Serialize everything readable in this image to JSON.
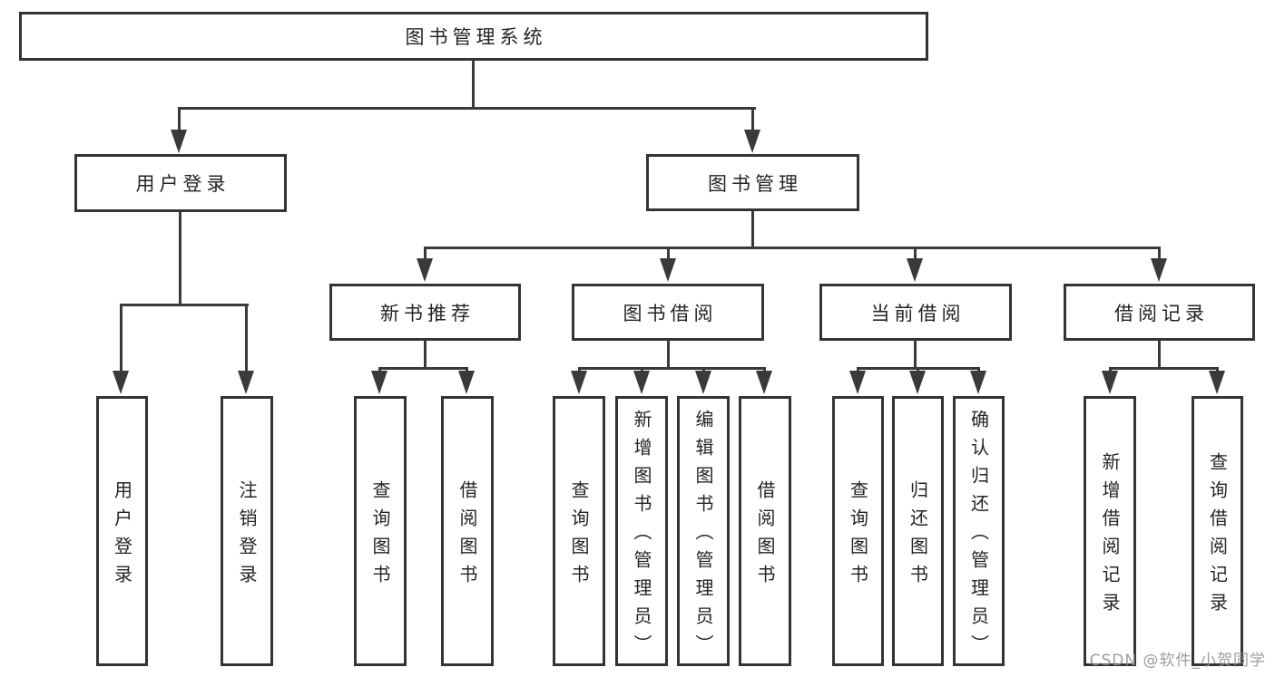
{
  "diagram": {
    "watermark": "CSDN @软件_小贺同学",
    "colors": {
      "line": "#3a3a3a",
      "box_border": "#343434",
      "text": "#242424",
      "background": "#ffffff",
      "watermark": "#949494"
    },
    "root": {
      "label": "图书管理系统"
    },
    "level1": {
      "user_login": {
        "label": "用户登录"
      },
      "book_management": {
        "label": "图书管理"
      }
    },
    "level2": {
      "new_book_recommend": {
        "label": "新书推荐"
      },
      "book_borrow": {
        "label": "图书借阅"
      },
      "current_borrow": {
        "label": "当前借阅"
      },
      "borrow_records": {
        "label": "借阅记录"
      }
    },
    "leaves": {
      "user_login": {
        "label": "用户登录"
      },
      "logout": {
        "label": "注销登录"
      },
      "rec_query": {
        "label": "查询图书"
      },
      "rec_borrow": {
        "label": "借阅图书"
      },
      "bb_query": {
        "label": "查询图书"
      },
      "bb_add": {
        "label": "新增图书（管理员）"
      },
      "bb_edit": {
        "label": "编辑图书（管理员）"
      },
      "bb_borrow": {
        "label": "借阅图书"
      },
      "cur_query": {
        "label": "查询图书"
      },
      "cur_return": {
        "label": "归还图书"
      },
      "cur_confirm": {
        "label": "确认归还（管理员）"
      },
      "records_add": {
        "label": "新增借阅记录"
      },
      "records_query": {
        "label": "查询借阅记录"
      }
    }
  }
}
